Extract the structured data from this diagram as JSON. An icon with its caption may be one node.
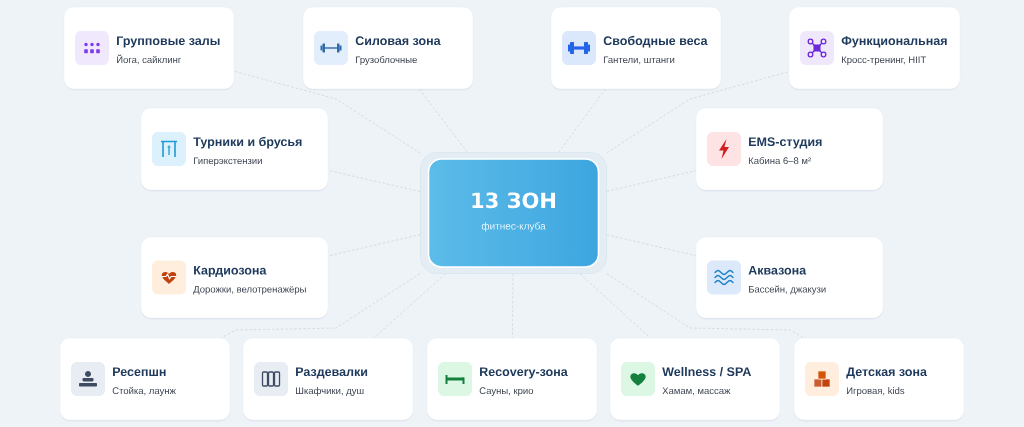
{
  "diagram": {
    "nodes": [
      {
        "text": [
          "Групповые залы",
          "Йога, сайклинг"
        ]
      },
      {
        "text": [
          "Силовая зона",
          "Грузоблочные"
        ]
      },
      {
        "text": [
          "Свободные веса",
          "Гантели, штанги"
        ]
      },
      {
        "text": [
          "Функциональная",
          "Кросс-тренинг, HIIT"
        ]
      },
      {
        "text": [
          "Турники и брусья",
          "Гиперэкстензии"
        ]
      },
      {
        "text": [
          "EMS-студия",
          "Кабина 6–8 м²"
        ]
      },
      {
        "text": [
          "13 ЗОН",
          "фитнес-клуба"
        ]
      },
      {
        "text": [
          "Кардиозона",
          "Дорожки, велотренажёры"
        ]
      },
      {
        "text": [
          "Аквазона",
          "Бассейн, джакузи"
        ]
      },
      {
        "text": [
          "Ресепшн",
          "Стойка, лаунж"
        ]
      },
      {
        "text": [
          "Раздевалки",
          "Шкафчики, душ"
        ]
      },
      {
        "text": [
          "Recovery-зона",
          "Сауны, крио"
        ]
      },
      {
        "text": [
          "Wellness / SPA",
          "Хамам, массаж"
        ]
      },
      {
        "text": [
          "Детская зона",
          "Игровая, kids"
        ]
      }
    ],
    "edges": [
      {
        "from": 6,
        "to": 0,
        "arrow": "none",
        "style": "dashed"
      },
      {
        "from": 6,
        "to": 1,
        "arrow": "none",
        "style": "dashed"
      },
      {
        "from": 6,
        "to": 2,
        "arrow": "none",
        "style": "dashed"
      },
      {
        "from": 6,
        "to": 3,
        "arrow": "none",
        "style": "dashed"
      },
      {
        "from": 6,
        "to": 4,
        "arrow": "none",
        "style": "dashed"
      },
      {
        "from": 6,
        "to": 5,
        "arrow": "none",
        "style": "dashed"
      },
      {
        "from": 6,
        "to": 7,
        "arrow": "none",
        "style": "dashed"
      },
      {
        "from": 6,
        "to": 8,
        "arrow": "none",
        "style": "dashed"
      },
      {
        "from": 6,
        "to": 9,
        "arrow": "none",
        "style": "dashed"
      },
      {
        "from": 6,
        "to": 10,
        "arrow": "none",
        "style": "dashed"
      },
      {
        "from": 6,
        "to": 11,
        "arrow": "none",
        "style": "dashed"
      },
      {
        "from": 6,
        "to": 12,
        "arrow": "none",
        "style": "dashed"
      },
      {
        "from": 6,
        "to": 13,
        "arrow": "none",
        "style": "dashed"
      }
    ]
  }
}
